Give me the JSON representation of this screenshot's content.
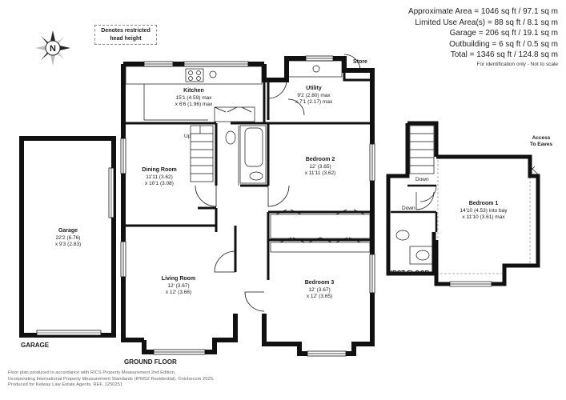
{
  "areas": {
    "approximate": "Approximate Area = 1046 sq ft / 97.1 sq m",
    "limited_use": "Limited Use Area(s) = 88 sq ft / 8.1 sq m",
    "garage": "Garage = 206 sq ft / 19.1 sq m",
    "outbuilding": "Outbuilding = 6 sq ft / 0.5 sq m",
    "total": "Total = 1346 sq ft / 124.8 sq m",
    "note": "For identification only - Not to scale"
  },
  "legend": {
    "restricted_line1": "Denotes restricted",
    "restricted_line2": "head height"
  },
  "compass": {
    "letter": "N"
  },
  "rooms": {
    "kitchen": {
      "name": "Kitchen",
      "dim1": "15'1 (4.59) max",
      "dim2": "x 6'6 (1.96) max"
    },
    "utility": {
      "name": "Utility",
      "dim1": "9'2 (2.80) max",
      "dim2": "x 7'1 (2.17) max"
    },
    "store": {
      "name": "Store"
    },
    "dining": {
      "name": "Dining Room",
      "dim1": "11'11 (3.62)",
      "dim2": "x 10'1 (3.08)"
    },
    "bedroom2": {
      "name": "Bedroom 2",
      "dim1": "12' (3.65)",
      "dim2": "x 11'11 (3.62)"
    },
    "living": {
      "name": "Living Room",
      "dim1": "12' (3.67)",
      "dim2": "x 12' (3.66)"
    },
    "bedroom3": {
      "name": "Bedroom 3",
      "dim1": "12' (3.67)",
      "dim2": "x 12' (3.65)"
    },
    "garage": {
      "name": "Garage",
      "dim1": "22'2 (6.76)",
      "dim2": "x 9'3 (2.83)"
    },
    "bedroom1": {
      "name": "Bedroom 1",
      "dim1": "14'10 (4.53) into bay",
      "dim2": "x 11'10 (3.61) max"
    }
  },
  "labels": {
    "up": "Up",
    "down1": "Down",
    "down2": "Down",
    "access1": "Access",
    "access2": "To Eaves"
  },
  "sections": {
    "garage": "GARAGE",
    "ground": "GROUND FLOOR",
    "first": "FIRST FLOOR"
  },
  "footer": {
    "line1": "Floor plan produced in accordance with RICS Property Measurement 2nd Edition,",
    "line2": "Incorporating International Property Measurement Standards (IPMS2 Residential). ©nichecom 2025.",
    "line3": "Produced for Kelway Law Estate Agents.   REF.  1250251"
  }
}
